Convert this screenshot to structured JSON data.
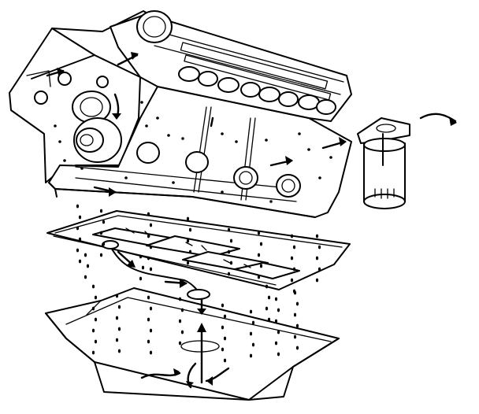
{
  "diagram": {
    "type": "exploded engine lubrication (oil flow) illustration",
    "labels": []
  },
  "colors": {
    "ink": "#000000",
    "paper": "#ffffff"
  },
  "icons": [
    "oil-flow-arrow",
    "oil-drop"
  ]
}
